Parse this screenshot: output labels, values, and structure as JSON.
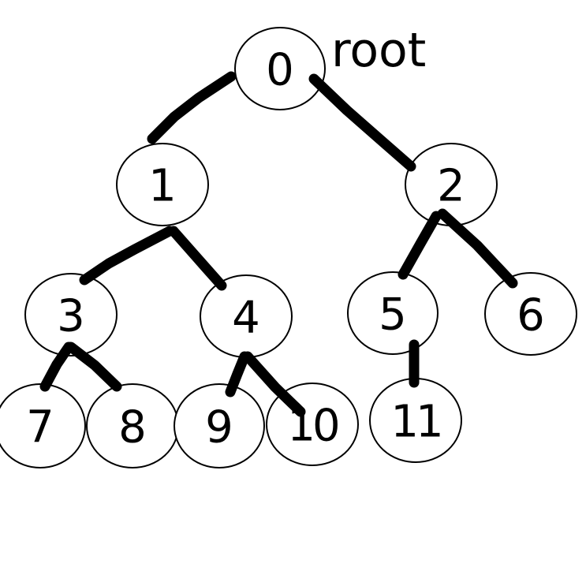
{
  "tree": {
    "root_label": "root",
    "nodes": [
      {
        "id": "0",
        "label": "0",
        "parent": null
      },
      {
        "id": "1",
        "label": "1",
        "parent": "0"
      },
      {
        "id": "2",
        "label": "2",
        "parent": "0"
      },
      {
        "id": "3",
        "label": "3",
        "parent": "1"
      },
      {
        "id": "4",
        "label": "4",
        "parent": "1"
      },
      {
        "id": "5",
        "label": "5",
        "parent": "2"
      },
      {
        "id": "6",
        "label": "6",
        "parent": "2"
      },
      {
        "id": "7",
        "label": "7",
        "parent": "3"
      },
      {
        "id": "8",
        "label": "8",
        "parent": "3"
      },
      {
        "id": "9",
        "label": "9",
        "parent": "4"
      },
      {
        "id": "10",
        "label": "10",
        "parent": "4"
      },
      {
        "id": "11",
        "label": "11",
        "parent": "5"
      }
    ]
  }
}
